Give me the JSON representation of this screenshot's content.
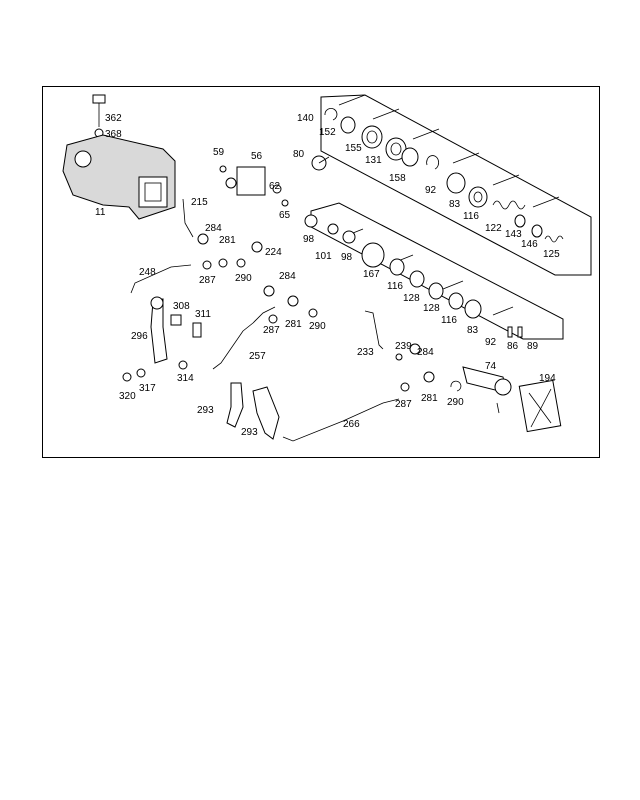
{
  "diagram": {
    "labels": [
      {
        "key": "l362",
        "text": "362"
      },
      {
        "key": "l368",
        "text": "368"
      },
      {
        "key": "l11",
        "text": "11"
      },
      {
        "key": "l59",
        "text": "59"
      },
      {
        "key": "l56",
        "text": "56"
      },
      {
        "key": "l62",
        "text": "62"
      },
      {
        "key": "l65",
        "text": "65"
      },
      {
        "key": "l80",
        "text": "80"
      },
      {
        "key": "l215",
        "text": "215"
      },
      {
        "key": "l284a",
        "text": "284"
      },
      {
        "key": "l281a",
        "text": "281"
      },
      {
        "key": "l224",
        "text": "224"
      },
      {
        "key": "l287a",
        "text": "287"
      },
      {
        "key": "l290a",
        "text": "290"
      },
      {
        "key": "l284b",
        "text": "284"
      },
      {
        "key": "l248",
        "text": "248"
      },
      {
        "key": "l308",
        "text": "308"
      },
      {
        "key": "l311",
        "text": "311"
      },
      {
        "key": "l296",
        "text": "296"
      },
      {
        "key": "l287b",
        "text": "287"
      },
      {
        "key": "l281b",
        "text": "281"
      },
      {
        "key": "l290b",
        "text": "290"
      },
      {
        "key": "l257",
        "text": "257"
      },
      {
        "key": "l314",
        "text": "314"
      },
      {
        "key": "l320",
        "text": "320"
      },
      {
        "key": "l317",
        "text": "317"
      },
      {
        "key": "l293a",
        "text": "293"
      },
      {
        "key": "l293b",
        "text": "293"
      },
      {
        "key": "l266",
        "text": "266"
      },
      {
        "key": "l233",
        "text": "233"
      },
      {
        "key": "l239",
        "text": "239"
      },
      {
        "key": "l284c",
        "text": "284"
      },
      {
        "key": "l287c",
        "text": "287"
      },
      {
        "key": "l281c",
        "text": "281"
      },
      {
        "key": "l290c",
        "text": "290"
      },
      {
        "key": "l74",
        "text": "74"
      },
      {
        "key": "l194",
        "text": "194"
      },
      {
        "key": "l140",
        "text": "140"
      },
      {
        "key": "l152",
        "text": "152"
      },
      {
        "key": "l155",
        "text": "155"
      },
      {
        "key": "l131",
        "text": "131"
      },
      {
        "key": "l158",
        "text": "158"
      },
      {
        "key": "l92a",
        "text": "92"
      },
      {
        "key": "l83a",
        "text": "83"
      },
      {
        "key": "l116a",
        "text": "116"
      },
      {
        "key": "l122",
        "text": "122"
      },
      {
        "key": "l143",
        "text": "143"
      },
      {
        "key": "l146",
        "text": "146"
      },
      {
        "key": "l125",
        "text": "125"
      },
      {
        "key": "l98a",
        "text": "98"
      },
      {
        "key": "l101",
        "text": "101"
      },
      {
        "key": "l98b",
        "text": "98"
      },
      {
        "key": "l167",
        "text": "167"
      },
      {
        "key": "l116b",
        "text": "116"
      },
      {
        "key": "l128a",
        "text": "128"
      },
      {
        "key": "l128b",
        "text": "128"
      },
      {
        "key": "l116c",
        "text": "116"
      },
      {
        "key": "l83b",
        "text": "83"
      },
      {
        "key": "l92b",
        "text": "92"
      },
      {
        "key": "l86",
        "text": "86"
      },
      {
        "key": "l89",
        "text": "89"
      }
    ]
  }
}
